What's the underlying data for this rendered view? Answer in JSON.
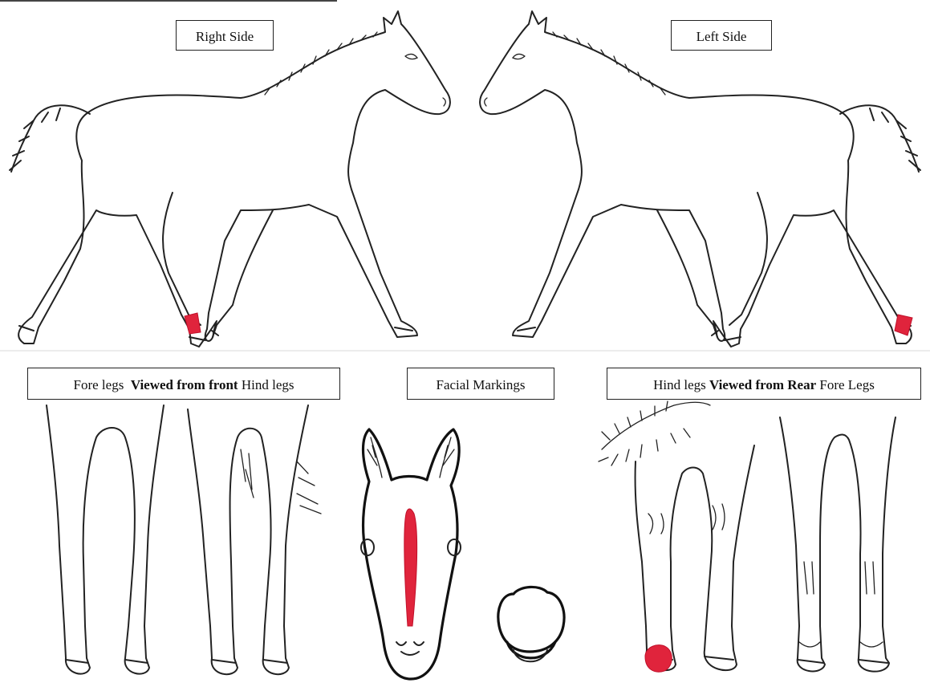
{
  "labels": {
    "right_side": "Right Side",
    "left_side": "Left Side",
    "front_view": {
      "left": "Fore legs",
      "bold": "Viewed from front",
      "right": "Hind legs"
    },
    "facial_markings": "Facial Markings",
    "rear_view": {
      "left": "Hind legs",
      "bold": "Viewed from Rear",
      "right": "Fore Legs"
    }
  },
  "colors": {
    "outline": "#222222",
    "marking": "#e0243c",
    "background": "#ffffff"
  },
  "markings": [
    {
      "view": "right-side",
      "location": "near hind pastern"
    },
    {
      "view": "left-side",
      "location": "hind pastern"
    },
    {
      "view": "facial",
      "location": "forehead to nose stripe"
    },
    {
      "view": "rear",
      "location": "left hind coronet"
    }
  ]
}
